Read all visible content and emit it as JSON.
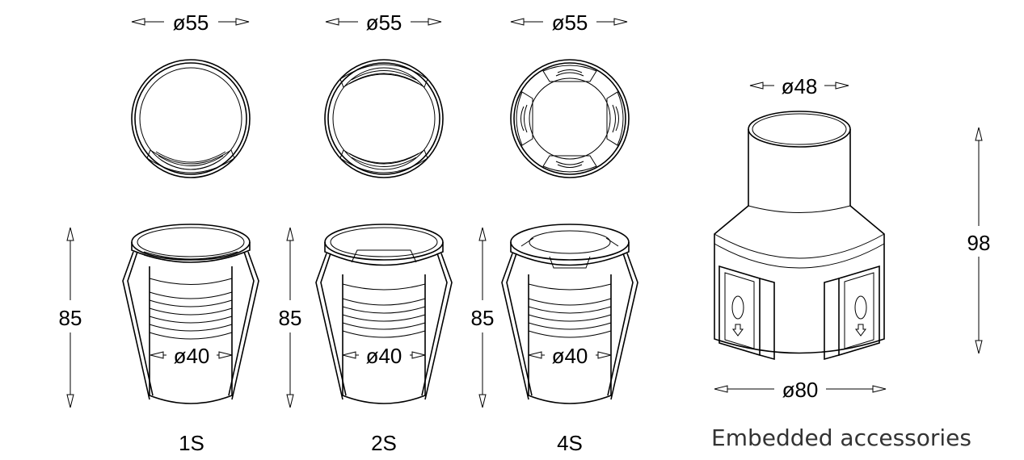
{
  "labels": {
    "d55_1": "ø55",
    "d55_2": "ø55",
    "d55_3": "ø55",
    "d48": "ø48",
    "h85_1": "85",
    "h85_2": "85",
    "h85_3": "85",
    "h98": "98",
    "d40_1": "ø40",
    "d40_2": "ø40",
    "d40_3": "ø40",
    "d80": "ø80",
    "cap_1s": "1S",
    "cap_2s": "2S",
    "cap_4s": "4S",
    "cap_acc": "Embedded accessories"
  }
}
